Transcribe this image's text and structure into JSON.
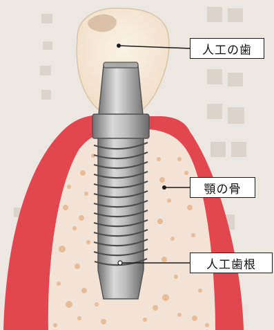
{
  "labels": {
    "crown": "人工の歯",
    "bone": "顎の骨",
    "root": "人工歯根"
  },
  "colors": {
    "paper": "#ece7e1",
    "gum": "#e2464f",
    "bone_fill": "#f3e3d6",
    "bone_spots": "#e6bd98",
    "crown": "#f6ead9",
    "implant_light": "#cfcfcf",
    "implant_dark": "#6f6f6f"
  }
}
